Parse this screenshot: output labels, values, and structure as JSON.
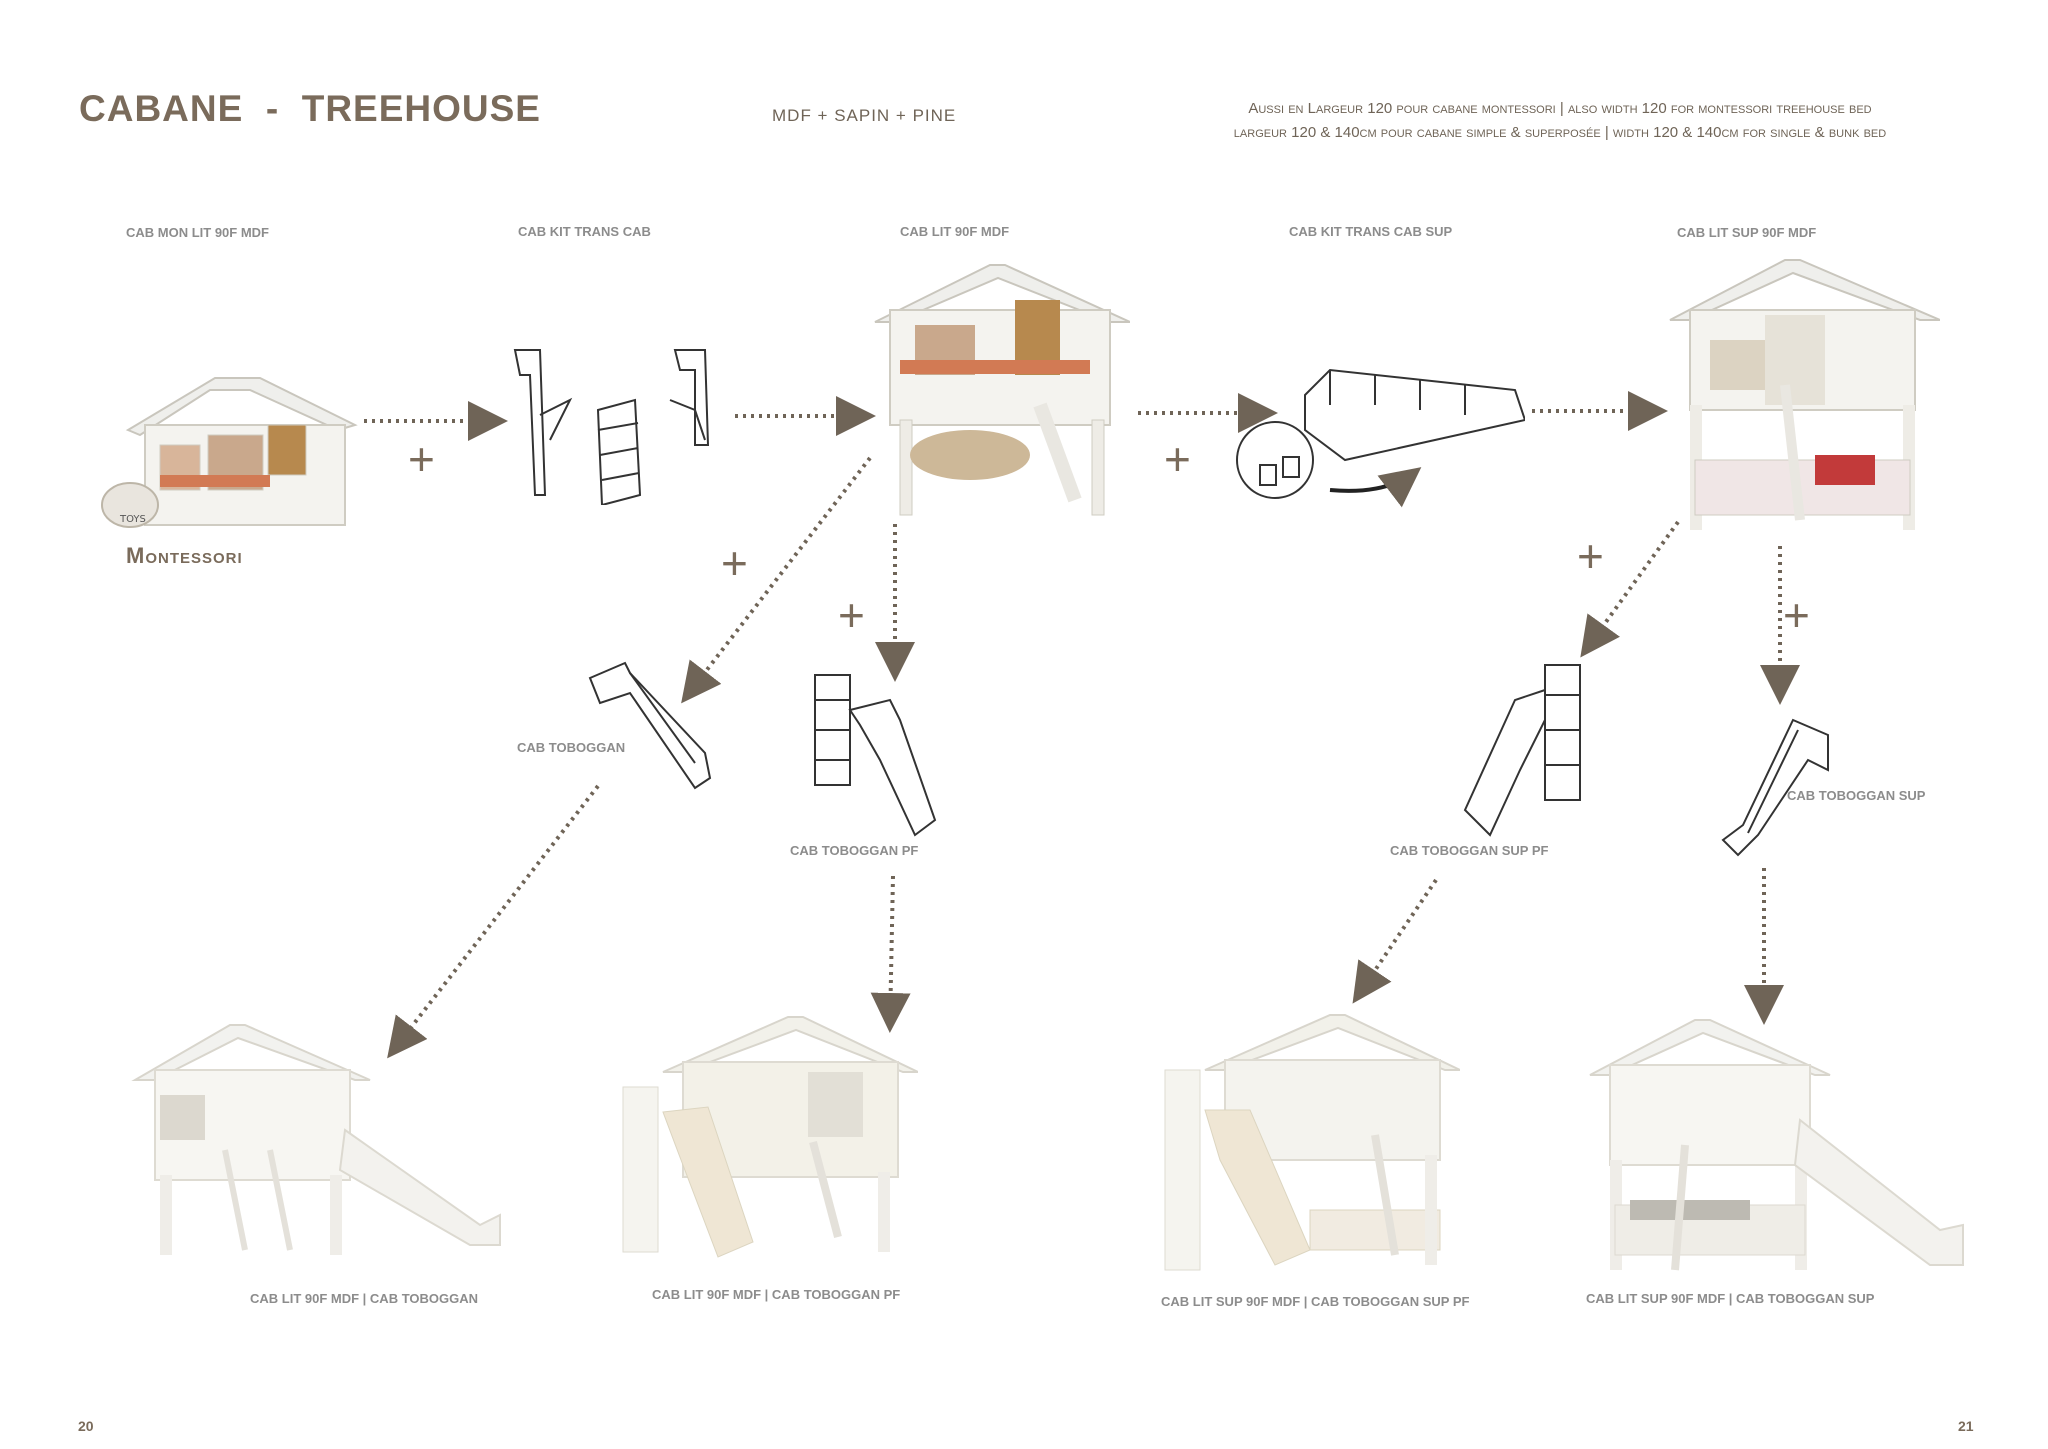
{
  "header": {
    "title": "CABANE  -  TREEHOUSE",
    "material": "MDF + SAPIN + PINE",
    "note_line1": "Aussi en Largeur 120 pour cabane montessori | also width 120 for montessori treehouse bed",
    "note_line2": "largeur 120 & 140cm pour cabane simple & superposée | width 120 & 140cm for single & bunk bed"
  },
  "products": {
    "mon_lit": "CAB MON LIT 90F MDF",
    "kit_trans": "CAB KIT TRANS CAB",
    "lit": "CAB LIT 90F MDF",
    "kit_trans_sup": "CAB KIT TRANS CAB SUP",
    "lit_sup": "CAB LIT SUP 90F MDF",
    "montessori": "Montessori",
    "toboggan": "CAB TOBOGGAN",
    "toboggan_pf": "CAB TOBOGGAN PF",
    "toboggan_sup_pf": "CAB TOBOGGAN SUP PF",
    "toboggan_sup": "CAB TOBOGGAN SUP"
  },
  "combos": {
    "c1": "CAB LIT 90F MDF  |  CAB TOBOGGAN",
    "c2": "CAB LIT 90F MDF  |  CAB TOBOGGAN PF",
    "c3": "CAB LIT SUP 90F MDF | CAB TOBOGGAN SUP PF",
    "c4": "CAB LIT SUP 90F MDF | CAB TOBOGGAN SUP"
  },
  "symbols": {
    "plus": "+"
  },
  "pages": {
    "left": "20",
    "right": "21"
  },
  "colors": {
    "accent": "#7a6b5b",
    "label_gray": "#8c8c8c",
    "arrow": "#6f6457"
  }
}
